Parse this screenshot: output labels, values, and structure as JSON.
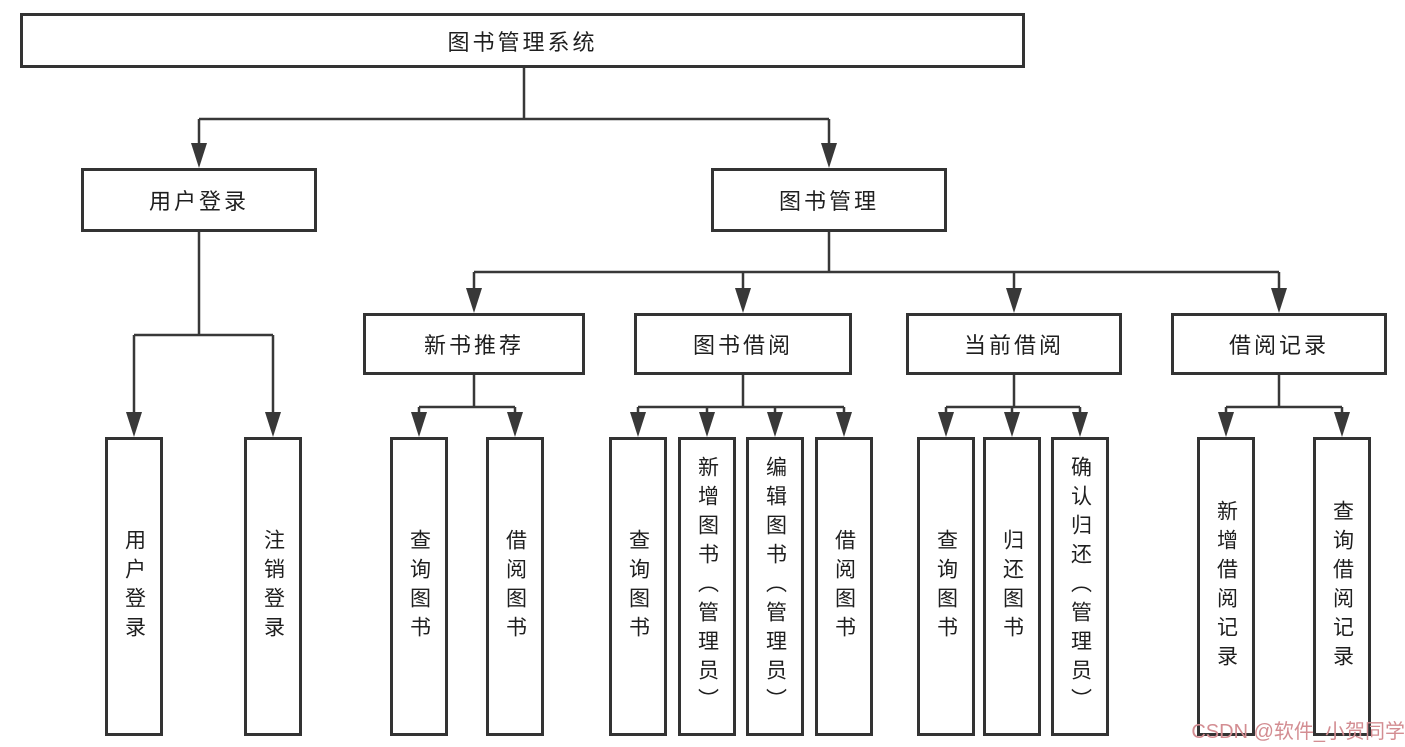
{
  "diagram": {
    "root": {
      "label": "图书管理系统"
    },
    "level2": [
      {
        "label": "用户登录"
      },
      {
        "label": "图书管理"
      }
    ],
    "level3": [
      {
        "label": "新书推荐"
      },
      {
        "label": "图书借阅"
      },
      {
        "label": "当前借阅"
      },
      {
        "label": "借阅记录"
      }
    ],
    "leaves": [
      {
        "label": "用户登录"
      },
      {
        "label": "注销登录"
      },
      {
        "label": "查询图书"
      },
      {
        "label": "借阅图书"
      },
      {
        "label": "查询图书"
      },
      {
        "label": "新增图书（管理员）"
      },
      {
        "label": "编辑图书（管理员）"
      },
      {
        "label": "借阅图书"
      },
      {
        "label": "查询图书"
      },
      {
        "label": "归还图书"
      },
      {
        "label": "确认归还（管理员）"
      },
      {
        "label": "新增借阅记录"
      },
      {
        "label": "查询借阅记录"
      }
    ]
  },
  "watermark": {
    "text": "CSDN @软件_小贺同学",
    "color": "#d38d92"
  },
  "colors": {
    "line": "#383838",
    "box_border": "#333333",
    "text": "#1f1f1f",
    "background": "#ffffff"
  }
}
